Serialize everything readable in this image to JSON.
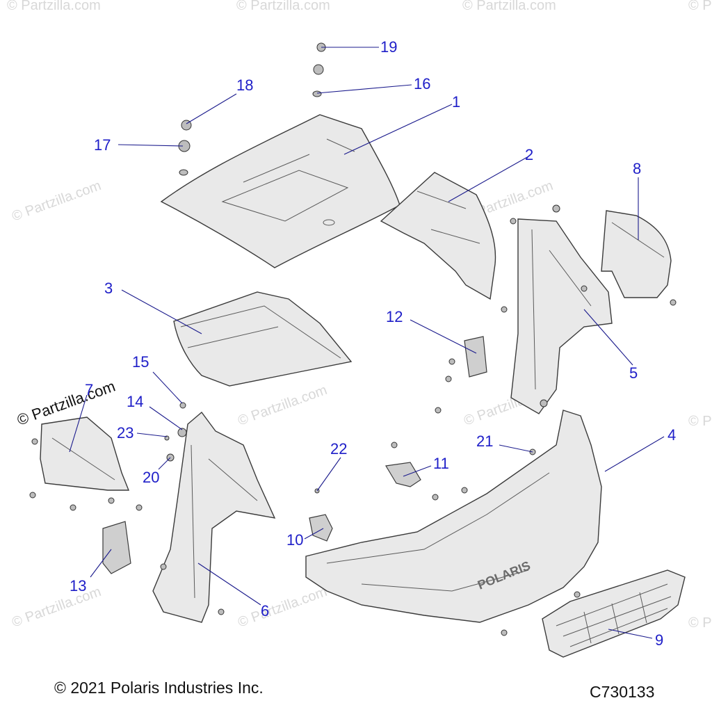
{
  "diagram": {
    "callouts": [
      "1",
      "2",
      "3",
      "4",
      "5",
      "6",
      "7",
      "8",
      "9",
      "10",
      "11",
      "12",
      "13",
      "14",
      "15",
      "16",
      "17",
      "18",
      "19",
      "20",
      "21",
      "22",
      "23"
    ],
    "watermark": "© Partzilla.com",
    "logo_text": "POLARIS"
  },
  "footer": {
    "copyright": "© 2021 Polaris Industries Inc.",
    "code": "C730133"
  }
}
